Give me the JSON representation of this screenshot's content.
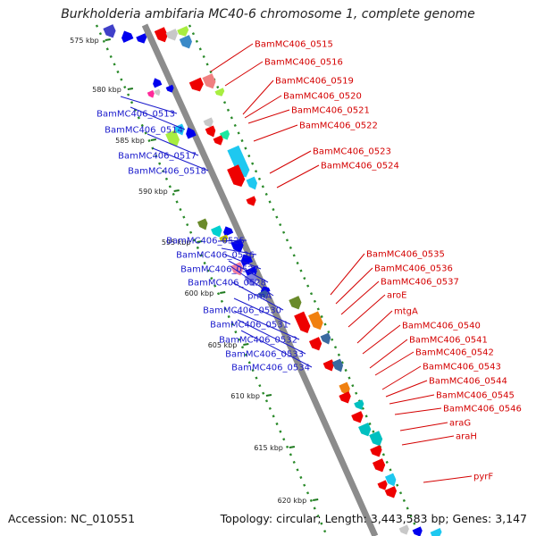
{
  "title": "Burkholderia ambifaria MC40-6 chromosome 1, complete genome",
  "footer": {
    "accession": "Accession: NC_010551",
    "summary": "Topology: circular; Length: 3,443,583 bp; Genes: 3,147"
  },
  "colors": {
    "backbone": "#8c8c8c",
    "forward_label": "#1a1acc",
    "reverse_label": "#d40000",
    "dots": "#2a8a2a",
    "tick": "#1f7a1f"
  },
  "ticks": [
    "575 kbp",
    "580 kbp",
    "585 kbp",
    "590 kbp",
    "595 kbp",
    "600 kbp",
    "605 kbp",
    "610 kbp",
    "615 kbp",
    "620 kbp"
  ],
  "labels_left": [
    "BamMC406_0513",
    "BamMC406_0514",
    "BamMC406_0517",
    "BamMC406_0518",
    "BamMC406_0525",
    "BamMC406_0526",
    "BamMC406_0527",
    "BamMC406_0528",
    "prmA",
    "BamMC406_0530",
    "BamMC406_0531",
    "BamMC406_0532",
    "BamMC406_0533",
    "BamMC406_0534"
  ],
  "labels_right": [
    "BamMC406_0515",
    "BamMC406_0516",
    "BamMC406_0519",
    "BamMC406_0520",
    "BamMC406_0521",
    "BamMC406_0522",
    "BamMC406_0523",
    "BamMC406_0524",
    "BamMC406_0535",
    "BamMC406_0536",
    "BamMC406_0537",
    "aroE",
    "mtgA",
    "BamMC406_0540",
    "BamMC406_0541",
    "BamMC406_0542",
    "BamMC406_0543",
    "BamMC406_0544",
    "BamMC406_0545",
    "BamMC406_0546",
    "araG",
    "araH",
    "pyrF"
  ]
}
